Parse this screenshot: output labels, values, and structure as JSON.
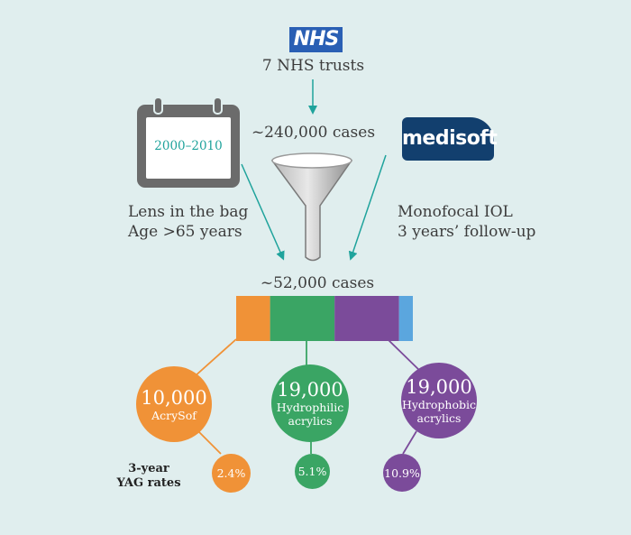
{
  "source": {
    "logo_text": "NHS",
    "label": "7 NHS trusts",
    "cases": "~240,000 cases"
  },
  "calendar": {
    "text": "2000–2010"
  },
  "partner_logo": {
    "text": "medisoft"
  },
  "criteria_left": [
    "Lens in the bag",
    "Age >65 years"
  ],
  "criteria_right": [
    "Monofocal IOL",
    "3 years’ follow-up"
  ],
  "final": {
    "cases": "~52,000 cases"
  },
  "breakdown_bar": {
    "segments": [
      {
        "key": "acrysof",
        "fraction": 0.192,
        "color": "#f09237"
      },
      {
        "key": "hydrophilic",
        "fraction": 0.365,
        "color": "#3aa564"
      },
      {
        "key": "hydrophobic",
        "fraction": 0.365,
        "color": "#7b4b9a"
      },
      {
        "key": "other",
        "fraction": 0.078,
        "color": "#5ba6de"
      }
    ]
  },
  "groups": [
    {
      "count": "10,000",
      "label_lines": [
        "AcrySof"
      ],
      "rate": "2.4%",
      "color": "#f09237"
    },
    {
      "count": "19,000",
      "label_lines": [
        "Hydrophilic",
        "acrylics"
      ],
      "rate": "5.1%",
      "color": "#3aa564"
    },
    {
      "count": "19,000",
      "label_lines": [
        "Hydrophobic",
        "acrylics"
      ],
      "rate": "10.9%",
      "color": "#7b4b9a"
    }
  ],
  "rates_label": [
    "3-year",
    "YAG rates"
  ],
  "colors": {
    "arrow": "#1fa39c",
    "background": "#e0eeee",
    "funnel": "#9a9a9a",
    "calendar": "#6b6b6b"
  }
}
